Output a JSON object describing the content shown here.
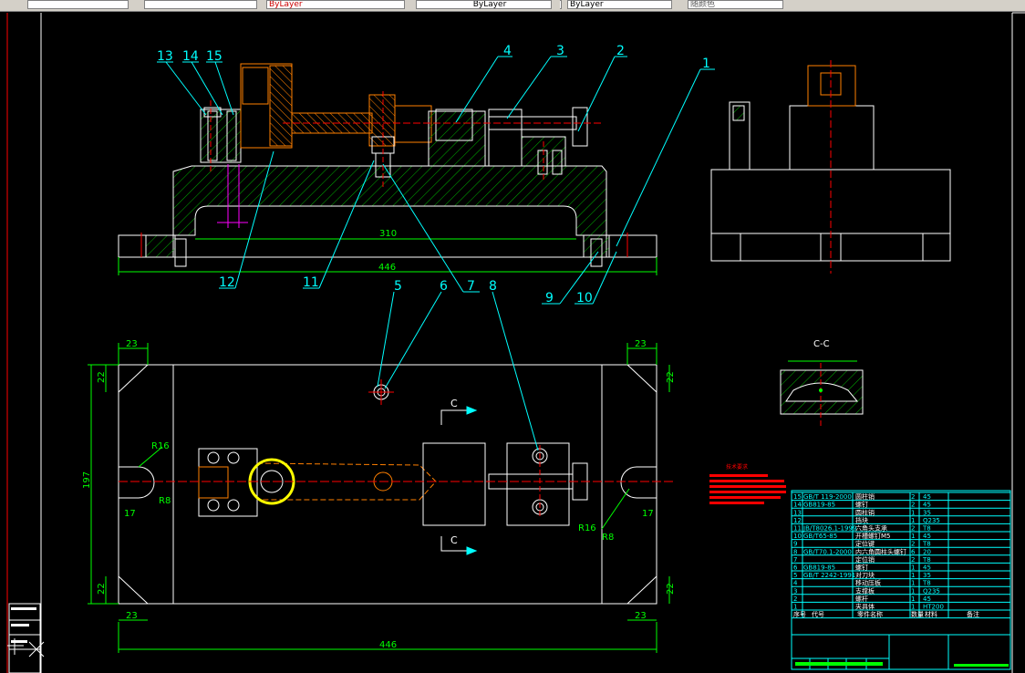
{
  "toolbar": {
    "layer_value": "ByLayer",
    "linetype_value": "ByLayer",
    "lineweight_value": "ByLayer",
    "color_value": "随颜色"
  },
  "drawing": {
    "balloons_top": [
      "13",
      "14",
      "15",
      "4",
      "3",
      "2",
      "1"
    ],
    "balloons_bottom": [
      "12",
      "11",
      "7",
      "9",
      "10"
    ],
    "balloons_mid": [
      "5",
      "6",
      "7",
      "8"
    ],
    "dim_310": "310",
    "dim_446_top": "446",
    "dim_446_bottom": "446",
    "dim_197": "197",
    "dim_23": "23",
    "dim_22": "22",
    "dim_17": "17",
    "r16": "R16",
    "r8": "R8",
    "section_label": "C-C",
    "section_mark": "C"
  },
  "bom": {
    "rows": [
      {
        "no": "15",
        "code": "GB/T 119-2000",
        "name": "圆柱销",
        "qty": "2",
        "mat": "45"
      },
      {
        "no": "14",
        "code": "GB819-85",
        "name": "螺钉",
        "qty": "2",
        "mat": "45"
      },
      {
        "no": "13",
        "code": "",
        "name": "圆柱销",
        "qty": "1",
        "mat": "35"
      },
      {
        "no": "12",
        "code": "",
        "name": "挡块",
        "qty": "1",
        "mat": "Q235"
      },
      {
        "no": "11",
        "code": "JB/T8026.1-1999",
        "name": "六角头支承",
        "qty": "2",
        "mat": "T8"
      },
      {
        "no": "10",
        "code": "GB/T65-85",
        "name": "开槽螺钉M5",
        "qty": "1",
        "mat": "45"
      },
      {
        "no": "9",
        "code": "",
        "name": "定位键",
        "qty": "2",
        "mat": "T8"
      },
      {
        "no": "8",
        "code": "GB/T70.1-2000",
        "name": "内六角圆柱头螺钉",
        "qty": "6",
        "mat": "20"
      },
      {
        "no": "7",
        "code": "",
        "name": "定位销",
        "qty": "2",
        "mat": "T8"
      },
      {
        "no": "6",
        "code": "GB819-85",
        "name": "螺钉",
        "qty": "1",
        "mat": "45"
      },
      {
        "no": "5",
        "code": "GB/T 2242-1991",
        "name": "对刀块",
        "qty": "1",
        "mat": "35"
      },
      {
        "no": "4",
        "code": "",
        "name": "移动压板",
        "qty": "1",
        "mat": "T8"
      },
      {
        "no": "3",
        "code": "",
        "name": "支撑板",
        "qty": "1",
        "mat": "Q235"
      },
      {
        "no": "2",
        "code": "",
        "name": "螺杆",
        "qty": "1",
        "mat": "45"
      },
      {
        "no": "1",
        "code": "",
        "name": "夹具体",
        "qty": "1",
        "mat": "HT200"
      }
    ],
    "header": {
      "no": "序号",
      "code": "代号",
      "name": "零件名称",
      "qty": "数量",
      "mat": "材料",
      "note": "备注"
    }
  },
  "tech_req_title": "技术要求",
  "colors": {
    "cyan": "#00ffff",
    "white": "#ffffff",
    "red": "#ff0000",
    "green": "#00ff00",
    "yellow": "#ffff00",
    "magenta": "#ff00ff",
    "hatch": "#00c000",
    "orange": "#ff7f00"
  }
}
